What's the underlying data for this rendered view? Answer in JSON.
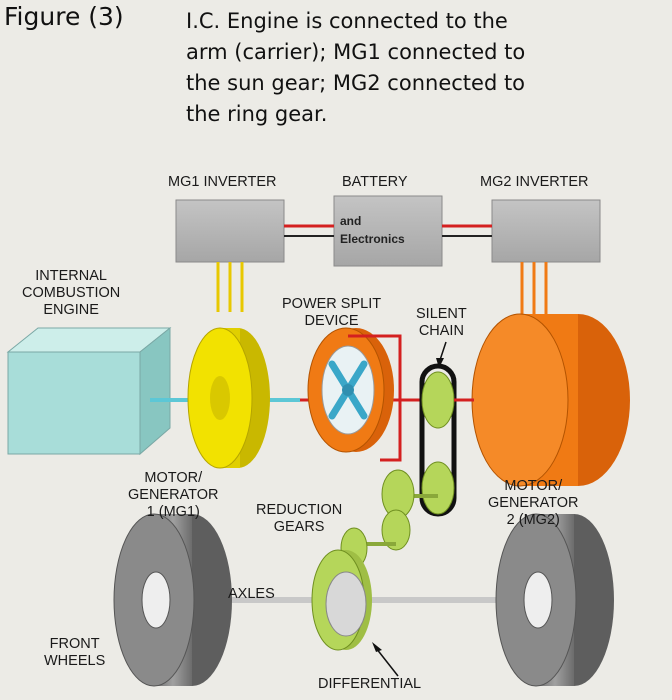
{
  "caption": {
    "figure": "Figure (3)",
    "text": "I.C. Engine is connected to the arm (carrier); MG1 connected to the sun gear; MG2 connected to the ring gear."
  },
  "labels": {
    "mg1_inverter": "MG1 INVERTER",
    "battery": "BATTERY",
    "mg2_inverter": "MG2 INVERTER",
    "battery_sub": "and\nElectronics",
    "engine": "INTERNAL\nCOMBUSTION\nENGINE",
    "power_split": "POWER SPLIT\nDEVICE",
    "silent_chain": "SILENT\nCHAIN",
    "mg1": "MOTOR/\nGENERATOR\n1 (MG1)",
    "reduction": "REDUCTION\nGEARS",
    "mg2": "MOTOR/\nGENERATOR\n2 (MG2)",
    "axles": "AXLES",
    "front_wheels": "FRONT\nWHEELS",
    "differential": "DIFFERENTIAL"
  },
  "colors": {
    "inverter_gray": "#b4b4b4",
    "engine_cyan": "#a8ddd9",
    "mg1_yellow": "#e8d900",
    "mg2_orange": "#f07a14",
    "gear_green": "#b5d65a",
    "wire_red": "#d42020",
    "wheel_gray": "#7d7d7d"
  }
}
